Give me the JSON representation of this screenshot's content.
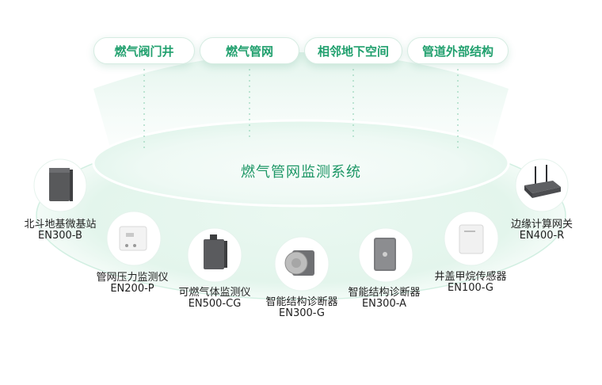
{
  "scenarios": [
    "燃气阀门井",
    "燃气管网",
    "相邻地下空间",
    "管道外部结构"
  ],
  "center_label": "燃气管网监测系统",
  "devices": [
    {
      "name": "北斗地基微基站",
      "model": "EN300-B",
      "icon": "beidou-base-station-box"
    },
    {
      "name": "管网压力监测仪",
      "model": "EN200-P",
      "icon": "pressure-monitor-device"
    },
    {
      "name": "可燃气体监测仪",
      "model": "EN500-CG",
      "icon": "combustible-gas-monitor-device"
    },
    {
      "name": "智能结构诊断器",
      "model": "EN300-G",
      "icon": "structure-diagnoser-round-device"
    },
    {
      "name": "智能结构诊断器",
      "model": "EN300-A",
      "icon": "structure-diagnoser-plate-device"
    },
    {
      "name": "井盖甲烷传感器",
      "model": "EN100-G",
      "icon": "methane-sensor-device"
    },
    {
      "name": "边缘计算网关",
      "model": "EN400-R",
      "icon": "edge-gateway-router"
    }
  ],
  "colors": {
    "accent": "#21a06e",
    "ring": "#cfeee2",
    "ellipse_inner": "#e6f6ef"
  }
}
